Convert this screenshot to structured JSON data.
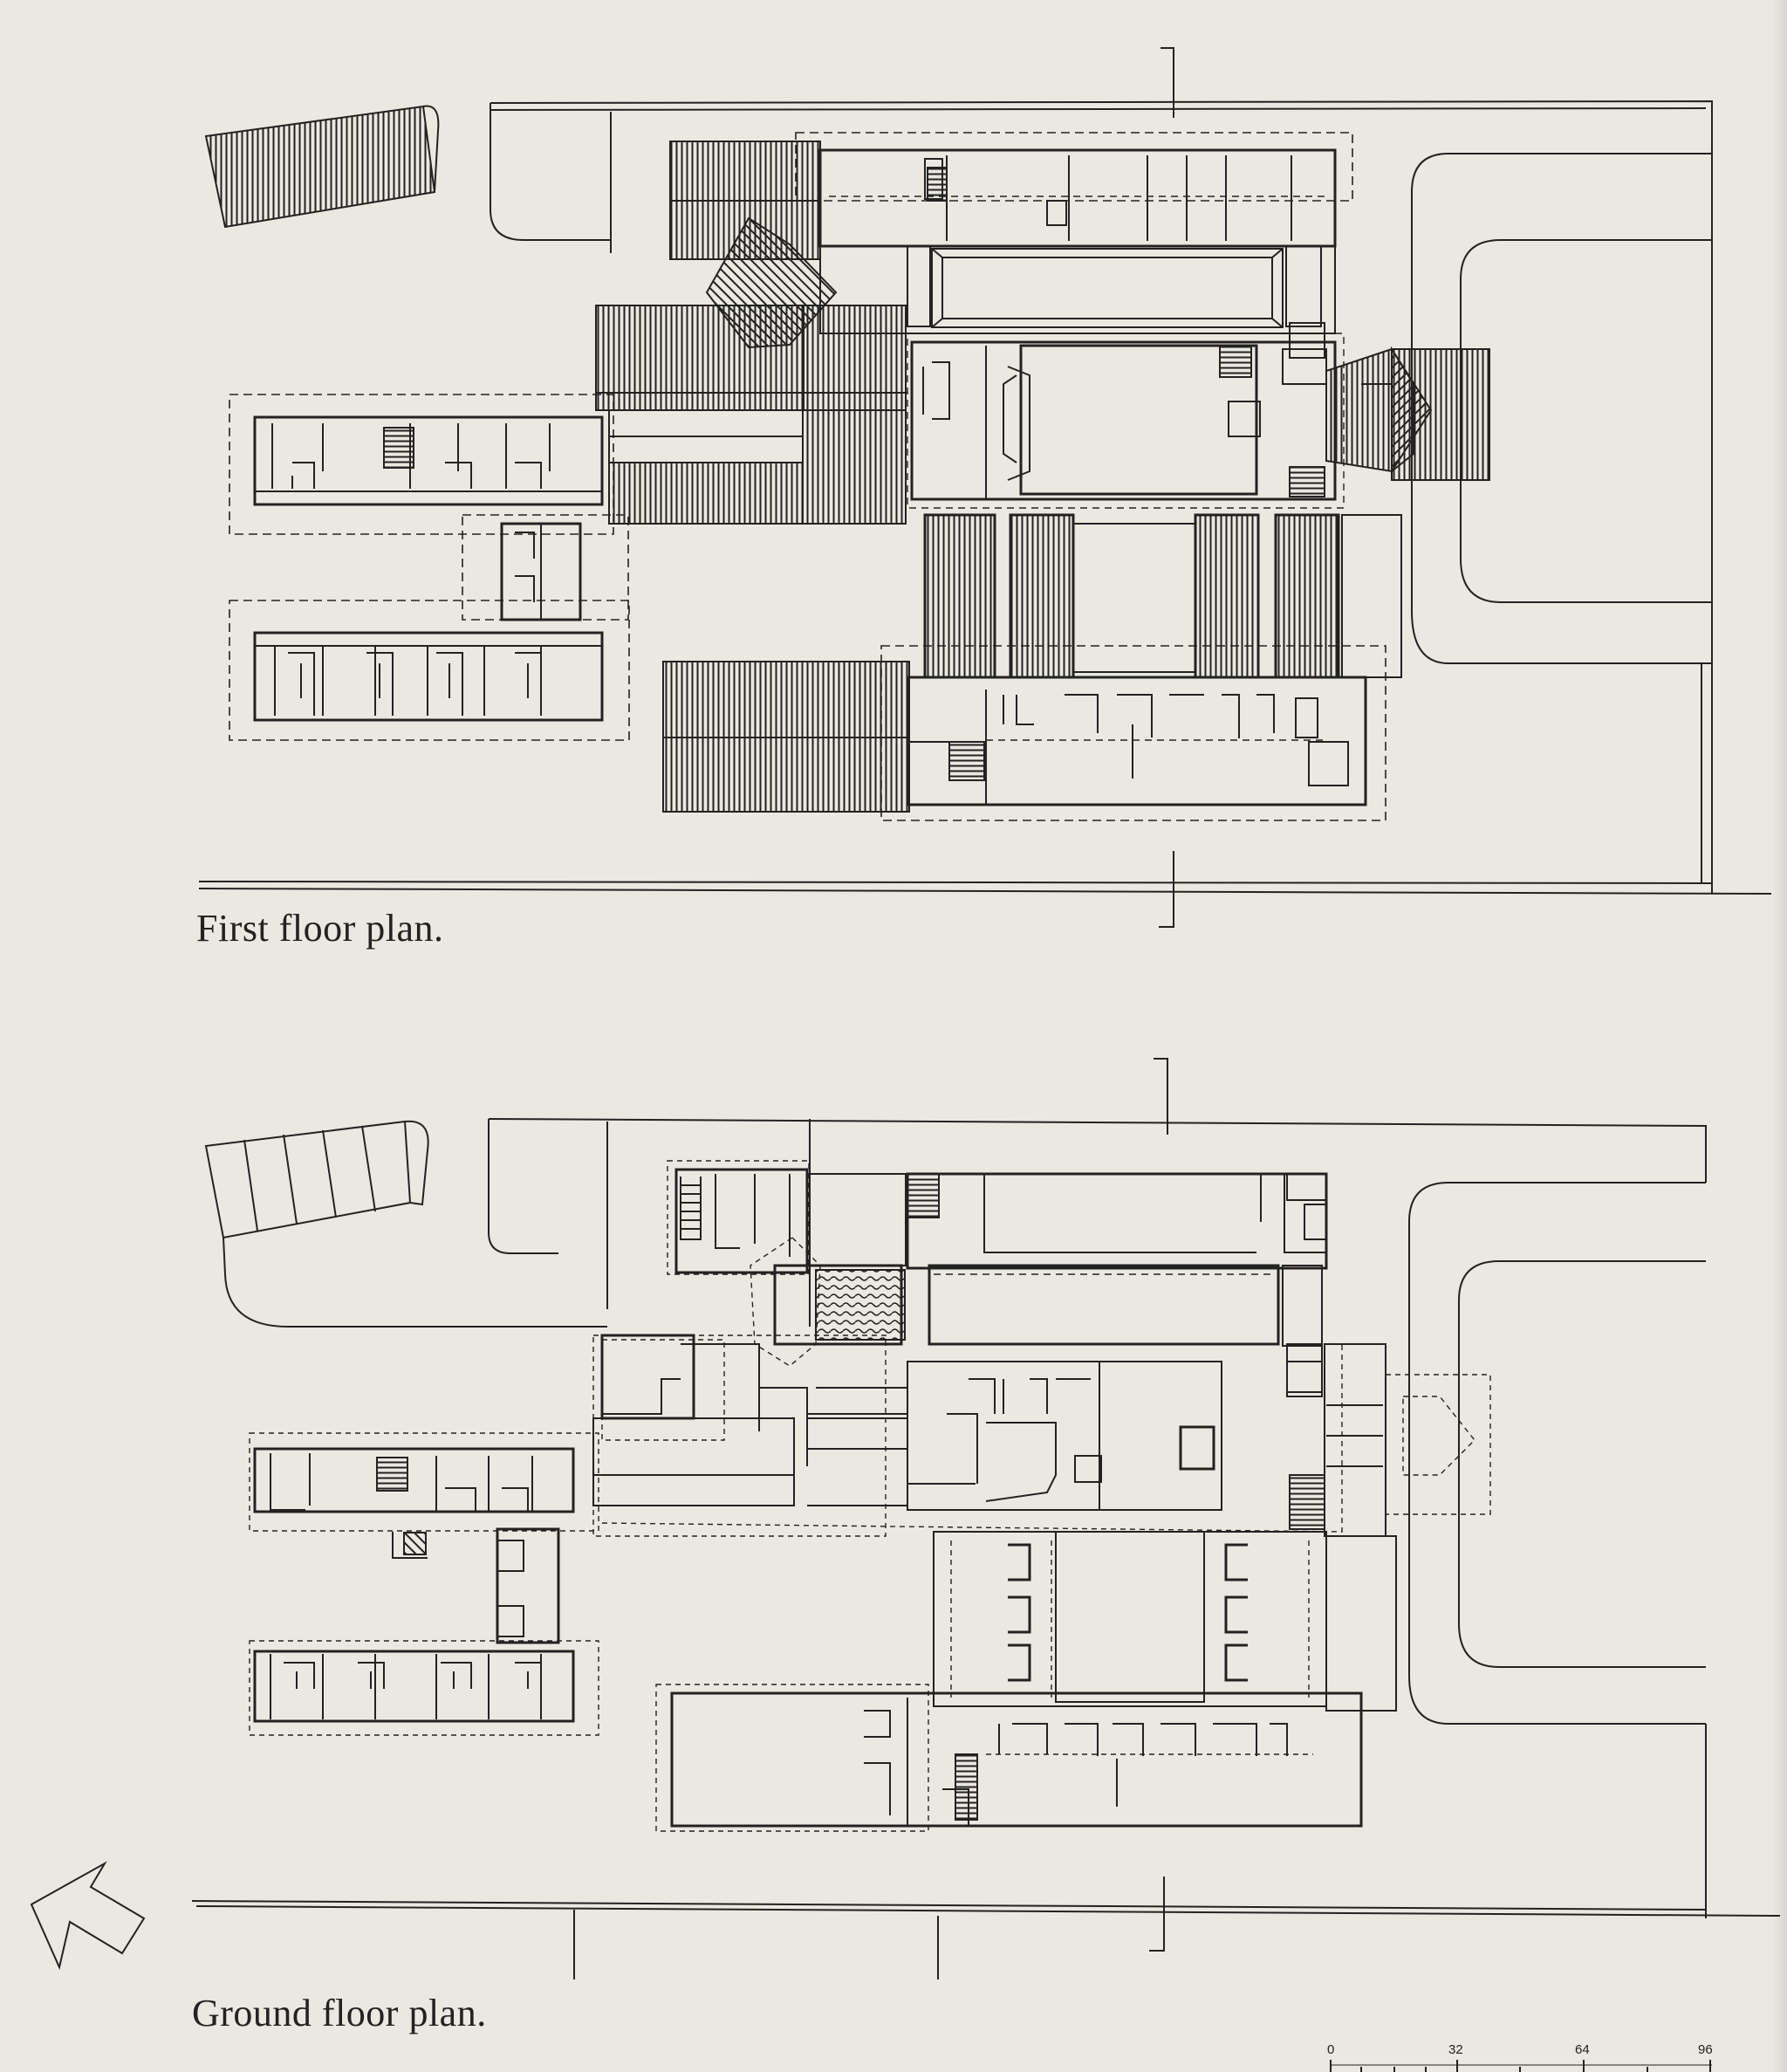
{
  "captions": {
    "first_floor": "First floor plan.",
    "ground_floor": "Ground floor plan."
  },
  "scale_bar": {
    "labels": [
      "0",
      "32",
      "64",
      "96"
    ]
  },
  "icons": {
    "north": "north-arrow-icon"
  },
  "colors": {
    "paper": "#ebe8e2",
    "ink": "#1e1e1e"
  }
}
